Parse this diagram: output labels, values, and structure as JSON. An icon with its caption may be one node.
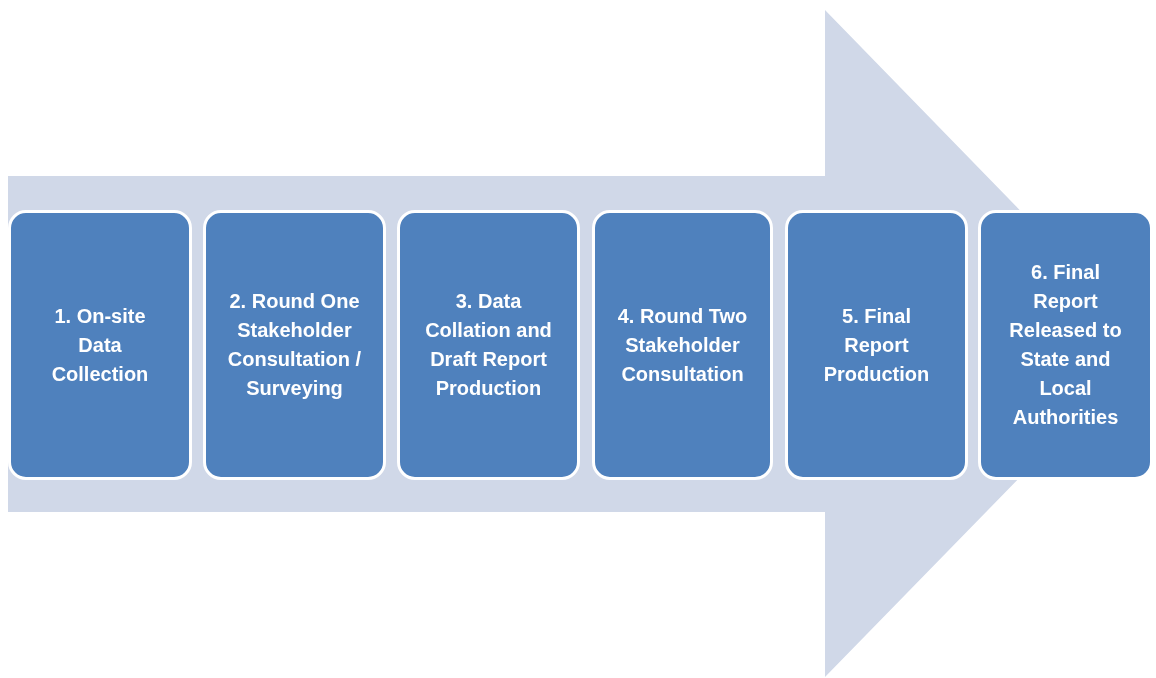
{
  "diagram": {
    "nodes": [
      {
        "text": [
          "1. On-site Data Collection"
        ]
      },
      {
        "text": [
          "2. Round One Stakeholder Consultation / Surveying"
        ]
      },
      {
        "text": [
          "3. Data Collation and Draft Report Production"
        ]
      },
      {
        "text": [
          "4. Round Two Stakeholder Consultation"
        ]
      },
      {
        "text": [
          "5. Final Report Production"
        ]
      },
      {
        "text": [
          "6. Final Report Released to State and Local Authorities"
        ]
      }
    ],
    "edges": [
      {
        "from": 0,
        "to": 5,
        "arrow": "to",
        "style": "thick"
      }
    ]
  }
}
